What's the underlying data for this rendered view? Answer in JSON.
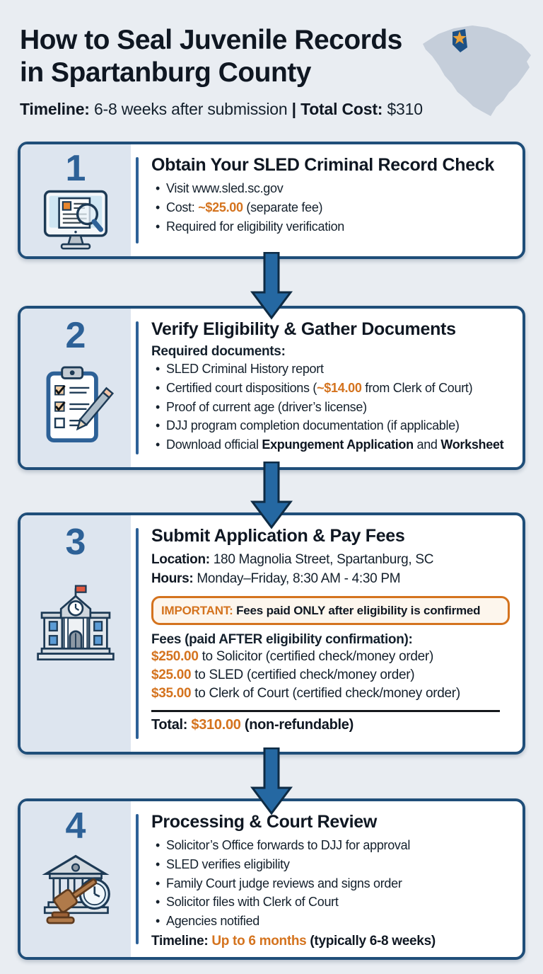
{
  "colors": {
    "background": "#e9edf2",
    "card_border_navy": "#1f4e79",
    "step_number_blue": "#2d6197",
    "accent_orange": "#d4731e",
    "arrow_fill": "#2568a2",
    "map_gray": "#c5ceda",
    "county_blue": "#1d5186",
    "star_gold": "#e9a23b"
  },
  "header": {
    "title_line1": "How to Seal Juvenile Records",
    "title_line2": "in Spartanburg County",
    "meta_segments": [
      {
        "text": "Timeline:",
        "style": "bold"
      },
      {
        "text": " 6-8 weeks after submission "
      },
      {
        "text": "|",
        "style": "bold"
      },
      {
        "text": " "
      },
      {
        "text": "Total Cost:",
        "style": "bold"
      },
      {
        "text": " $310"
      }
    ]
  },
  "steps": [
    {
      "number": "1",
      "icon": "monitor-magnifier-icon",
      "title": "Obtain Your SLED Criminal Record Check",
      "bullets": [
        [
          {
            "text": "Visit www.sled.sc.gov"
          }
        ],
        [
          {
            "text": "Cost: "
          },
          {
            "text": "~$25.00",
            "style": "orange"
          },
          {
            "text": " (separate fee)"
          }
        ],
        [
          {
            "text": "Required for eligibility verification"
          }
        ]
      ]
    },
    {
      "number": "2",
      "icon": "clipboard-pencil-icon",
      "title": "Verify Eligibility & Gather Documents",
      "subheading": "Required documents:",
      "bullets": [
        [
          {
            "text": "SLED Criminal History report"
          }
        ],
        [
          {
            "text": "Certified court dispositions ("
          },
          {
            "text": "~$14.00",
            "style": "orange"
          },
          {
            "text": " from Clerk of Court)"
          }
        ],
        [
          {
            "text": "Proof of current age (driver’s license)"
          }
        ],
        [
          {
            "text": "DJJ program completion documentation (if applicable)"
          }
        ],
        [
          {
            "text": "Download official "
          },
          {
            "text": "Expungement Application",
            "style": "bold"
          },
          {
            "text": " and "
          },
          {
            "text": "Worksheet",
            "style": "bold"
          }
        ]
      ]
    },
    {
      "number": "3",
      "icon": "courthouse-building-icon",
      "title": "Submit Application & Pay Fees",
      "info_lines": [
        [
          {
            "text": "Location: ",
            "style": "bold"
          },
          {
            "text": "180 Magnolia Street, Spartanburg, SC"
          }
        ],
        [
          {
            "text": "Hours: ",
            "style": "bold"
          },
          {
            "text": "Monday–Friday, 8:30 AM - 4:30 PM"
          }
        ]
      ],
      "important_segments": [
        {
          "text": "IMPORTANT: ",
          "style": "orange"
        },
        {
          "text": "Fees paid ONLY after eligibility is confirmed",
          "style": "bold"
        }
      ],
      "fees_heading": "Fees (paid AFTER eligibility confirmation):",
      "fee_lines": [
        [
          {
            "text": "$250.00",
            "style": "orange"
          },
          {
            "text": " to Solicitor (certified check/money order)"
          }
        ],
        [
          {
            "text": "$25.00",
            "style": "orange"
          },
          {
            "text": " to SLED (certified check/money order)"
          }
        ],
        [
          {
            "text": "$35.00",
            "style": "orange"
          },
          {
            "text": " to Clerk of Court (certified check/money order)"
          }
        ]
      ],
      "total_segments": [
        {
          "text": "Total: ",
          "style": "bold"
        },
        {
          "text": "$310.00",
          "style": "orange"
        },
        {
          "text": " (non-refundable)",
          "style": "bold"
        }
      ]
    },
    {
      "number": "4",
      "icon": "courthouse-gavel-clock-icon",
      "title": "Processing & Court Review",
      "bullets": [
        [
          {
            "text": "Solicitor’s Office forwards to DJJ for approval"
          }
        ],
        [
          {
            "text": "SLED verifies eligibility"
          }
        ],
        [
          {
            "text": "Family Court judge reviews and signs order"
          }
        ],
        [
          {
            "text": "Solicitor files with Clerk of Court"
          }
        ],
        [
          {
            "text": "Agencies notified"
          }
        ]
      ],
      "timeline_segments": [
        {
          "text": "Timeline: ",
          "style": "bold"
        },
        {
          "text": "Up to 6 months",
          "style": "orange"
        },
        {
          "text": " (typically 6-8 weeks)",
          "style": "bold"
        }
      ]
    }
  ]
}
